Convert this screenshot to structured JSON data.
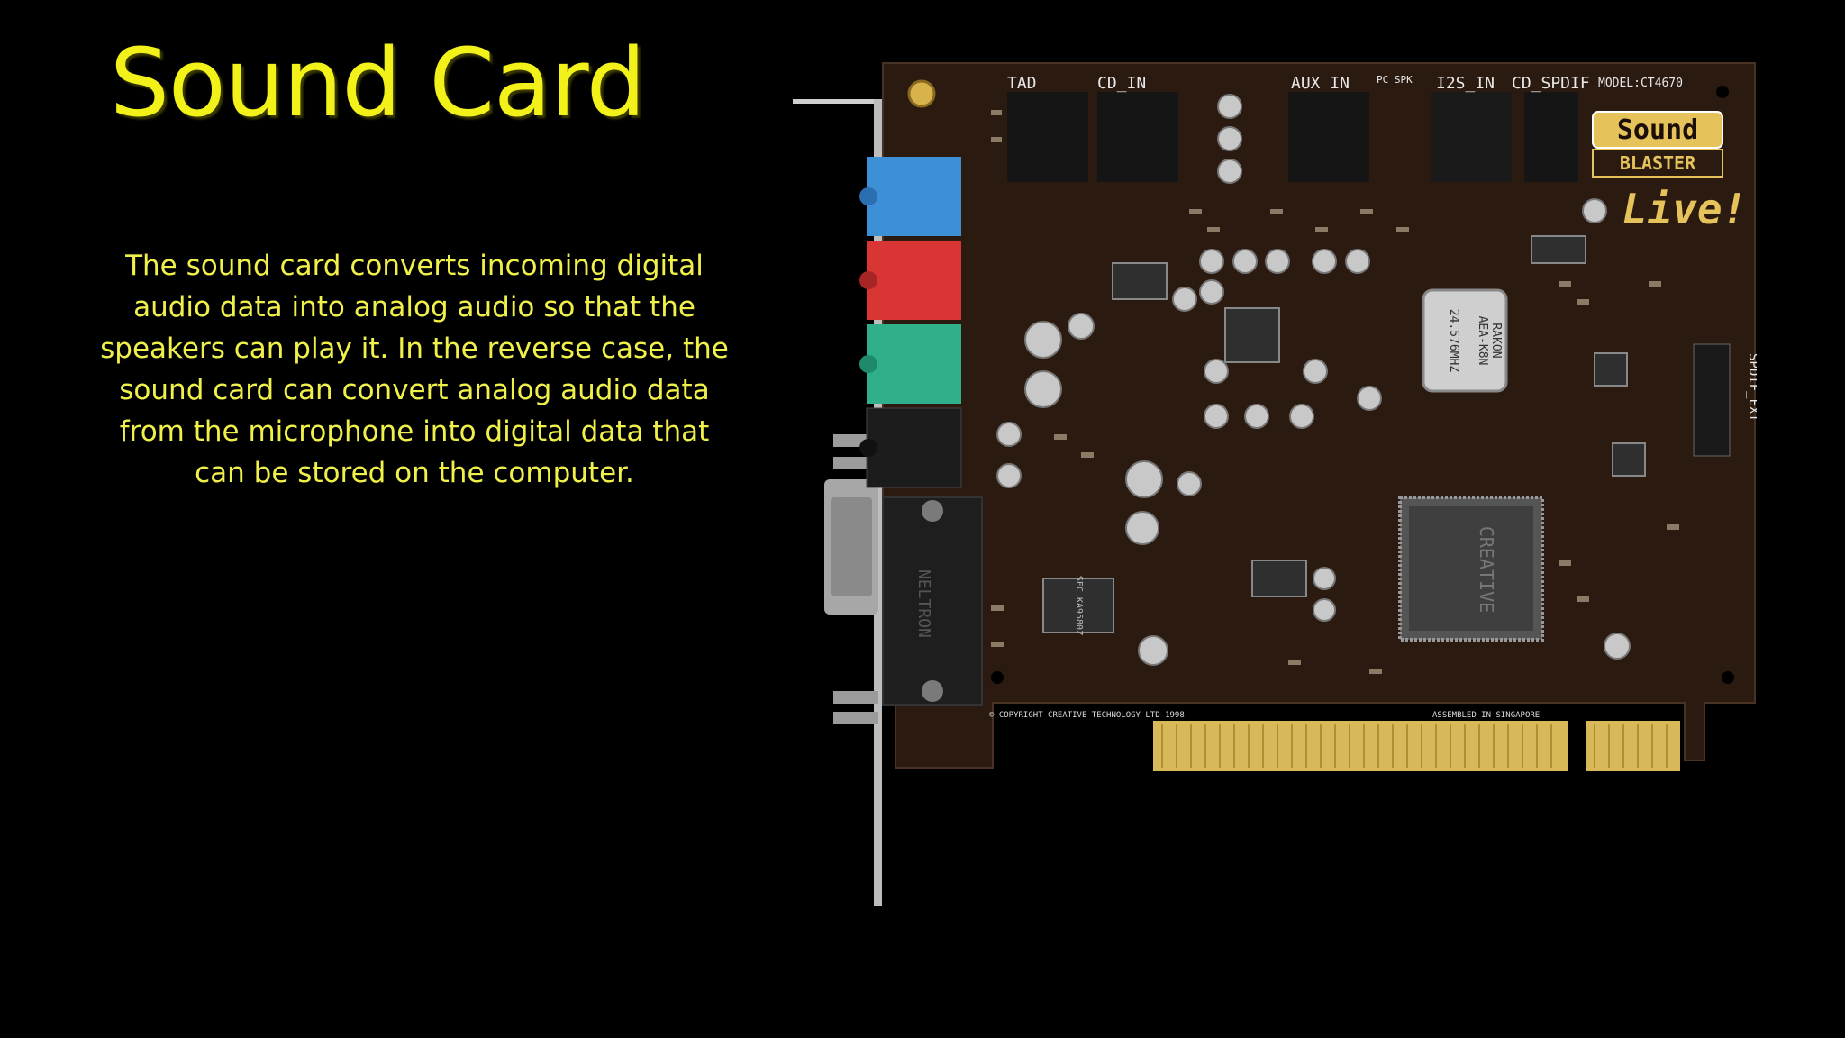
{
  "slide": {
    "title": "Sound Card",
    "body": "The sound card converts incoming digital audio data into analog audio so that the speakers can play it. In the reverse case, the sound card can convert analog audio data from the microphone into digital data that can be stored on the computer."
  },
  "photo": {
    "connector_labels": [
      "TAD",
      "CD_IN",
      "AUX IN",
      "PC SPK",
      "I2S_IN",
      "CD_SPDIF"
    ],
    "model": "MODEL:CT4670",
    "brand_line1": "Sound",
    "brand_line2": "BLASTER",
    "brand_line3": "Live!",
    "crystal_line1": "RAKON",
    "crystal_line2": "24.576MHZ",
    "crystal_line3": "AEA-K8N",
    "chip_brand": "CREATIVE",
    "port_brand": "NELTRON",
    "copyright": "© COPYRIGHT CREATIVE TECHNOLOGY LTD 1998",
    "assembled": "ASSEMBLED IN SINGAPORE",
    "spdif_ext": "SPDIF_EXT",
    "codec_chip": "SEC KA9580Z",
    "colors": {
      "pcb": "#2b1a10",
      "line_in": "#3d8fd6",
      "mic_in": "#d93535",
      "line_out": "#2fb08a",
      "rear_out": "#1c1c1c",
      "gold": "#d9b85a"
    }
  }
}
